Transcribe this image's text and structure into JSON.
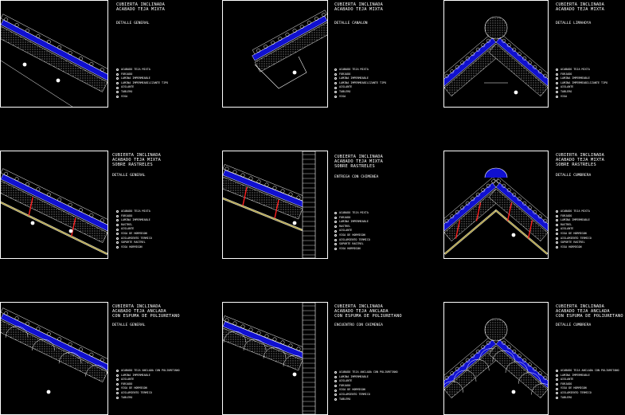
{
  "panels": [
    {
      "title": "CUBIERTA INCLINADA\nACABADO TEJA MIXTA",
      "subtitle": "DETALLE GENERAL",
      "legend": [
        "ACABADO TEJA MIXTA",
        "FORJADO",
        "LAMINA IMPERMEABLE",
        "LAMINA IMPERMEABILIZANTE TIPO",
        "AISLANTE",
        "TABLERO",
        "VIGA"
      ]
    },
    {
      "title": "CUBIERTA INCLINADA\nACABADO TEJA MIXTA",
      "subtitle": "DETALLE CANALON",
      "legend": [
        "ACABADO TEJA MIXTA",
        "FORJADO",
        "LAMINA IMPERMEABLE",
        "LAMINA IMPERMEABILIZANTE TIPO",
        "AISLANTE",
        "TABLERO",
        "VIGA"
      ]
    },
    {
      "title": "CUBIERTA INCLINADA\nACABADO TEJA MIXTA",
      "subtitle": "DETALLE LIMAHOYA",
      "legend": [
        "ACABADO TEJA MIXTA",
        "FORJADO",
        "LAMINA IMPERMEABLE",
        "LAMINA IMPERMEABILIZANTE TIPO",
        "AISLANTE",
        "TABLERO",
        "VIGA"
      ]
    },
    {
      "title": "CUBIERTA INCLINADA\nACABADO TEJA MIXTA\nSOBRE RASTRELES",
      "subtitle": "DETALLE GENERAL",
      "legend": [
        "ACABADO TEJA MIXTA",
        "FORJADO",
        "LAMINA IMPERMEABLE",
        "RASTREL",
        "AISLANTE",
        "VIGA DE HORMIGON",
        "AISLAMIENTO TERMICO",
        "SOPORTE RASTREL",
        "VIGA HORMIGON"
      ]
    },
    {
      "title": "CUBIERTA INCLINADA\nACABADO TEJA MIXTA\nSOBRE RASTRELES",
      "subtitle": "ENTREGA CON CHIMENEA",
      "legend": [
        "ACABADO TEJA MIXTA",
        "FORJADO",
        "LAMINA IMPERMEABLE",
        "RASTREL",
        "AISLANTE",
        "VIGA DE HORMIGON",
        "AISLAMIENTO TERMICO",
        "SOPORTE RASTREL",
        "VIGA HORMIGON"
      ]
    },
    {
      "title": "CUBIERTA INCLINADA\nACABADO TEJA MIXTA\nSOBRE RASTRELES",
      "subtitle": "DETALLE CUMBRERA",
      "legend": [
        "ACABADO TEJA MIXTA",
        "FORJADO",
        "LAMINA IMPERMEABLE",
        "RASTREL",
        "AISLANTE",
        "VIGA DE HORMIGON",
        "AISLAMIENTO TERMICO",
        "SOPORTE RASTREL",
        "VIGA HORMIGON"
      ]
    },
    {
      "title": "CUBIERTA INCLINADA\nACABADO TEJA ANCLADA\nCON ESPUMA DE POLIURETANO",
      "subtitle": "DETALLE GENERAL",
      "legend": [
        "ACABADO TEJA ANCLADA CON POLIURETANO",
        "LAMINA IMPERMEABLE",
        "AISLANTE",
        "FORJADO",
        "VIGA DE HORMIGON",
        "AISLAMIENTO TERMICO",
        "TABLERO"
      ]
    },
    {
      "title": "CUBIERTA INCLINADA\nACABADO TEJA ANCLADA\nCON ESPUMA DE POLIURETANO",
      "subtitle": "ENCUENTRO CON CHIMENEA",
      "legend": [
        "ACABADO TEJA ANCLADA CON POLIURETANO",
        "LAMINA IMPERMEABLE",
        "AISLANTE",
        "FORJADO",
        "VIGA DE HORMIGON",
        "AISLAMIENTO TERMICO",
        "TABLERO"
      ]
    },
    {
      "title": "CUBIERTA INCLINADA\nACABADO TEJA ANCLADA\nCON ESPUMA DE POLIURETANO",
      "subtitle": "DETALLE CUMBRERA",
      "legend": [
        "ACABADO TEJA ANCLADA CON POLIURETANO",
        "LAMINA IMPERMEABLE",
        "AISLANTE",
        "FORJADO",
        "VIGA DE HORMIGON",
        "AISLAMIENTO TERMICO",
        "TABLERO"
      ]
    }
  ]
}
